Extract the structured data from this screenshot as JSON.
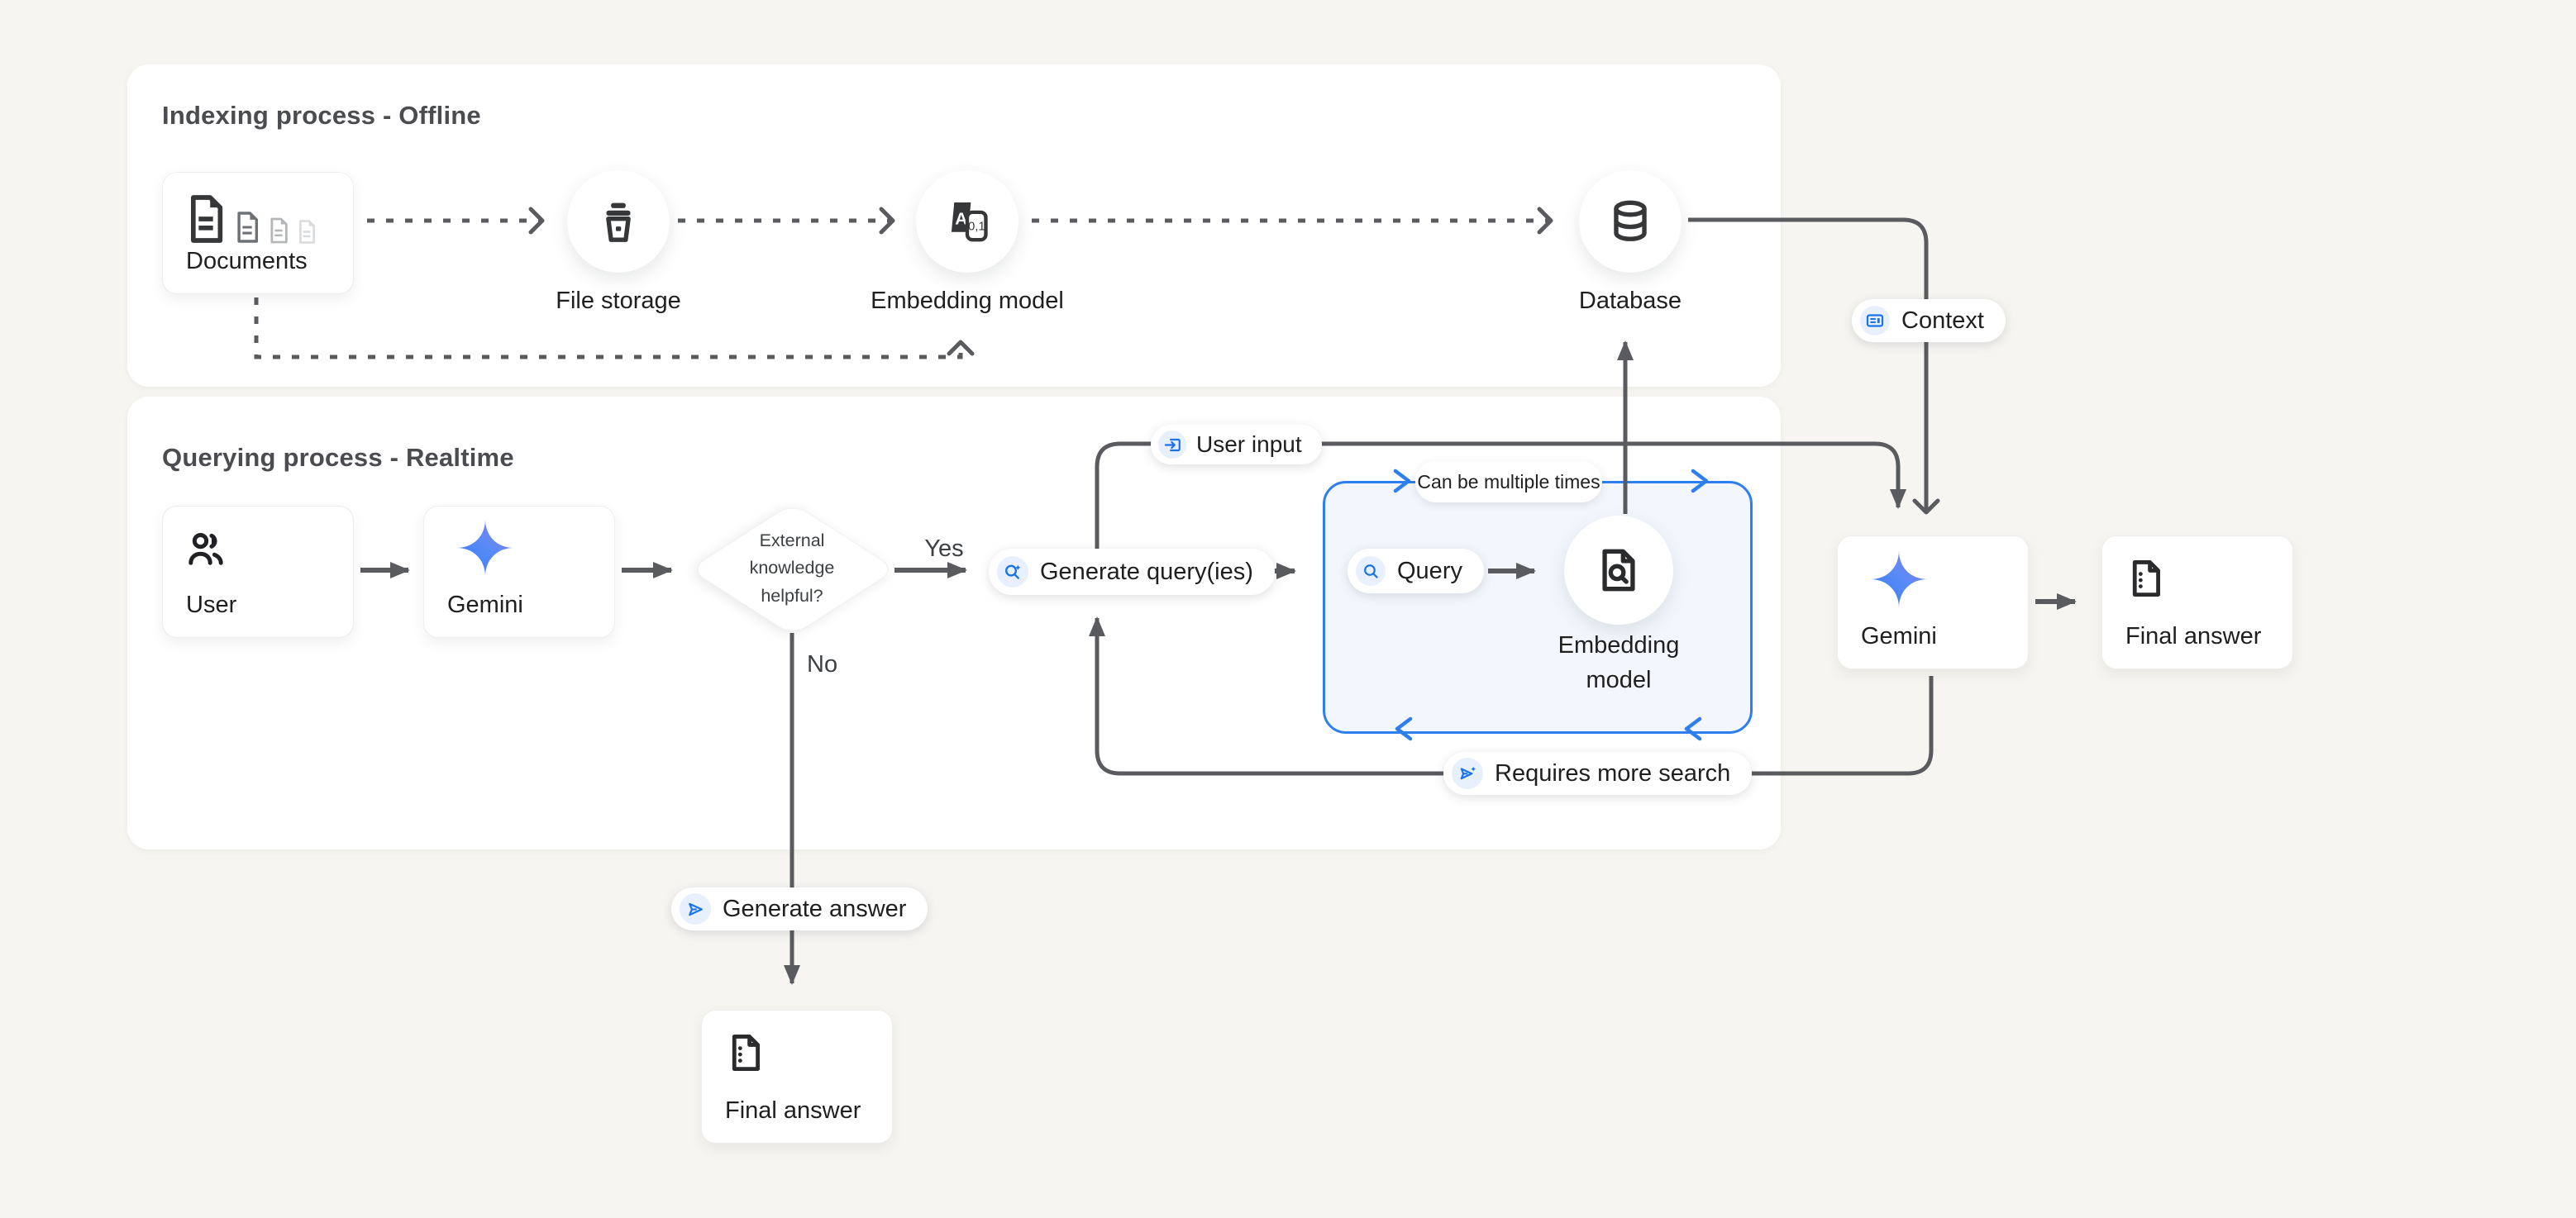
{
  "colors": {
    "background": "#f6f5f2",
    "panel": "#ffffff",
    "connector_gray": "#595b5e",
    "accent_blue": "#1a73e8",
    "loop_box_border": "#2d7ff0",
    "loop_box_fill": "#f3f7fd",
    "gemini_gradient_start": "#3b82f6",
    "gemini_gradient_end": "#9b72f0"
  },
  "panels": {
    "indexing": {
      "title": "Indexing process - Offline"
    },
    "querying": {
      "title": "Querying process - Realtime"
    }
  },
  "indexing": {
    "documents": {
      "label": "Documents"
    },
    "file_storage": {
      "label": "File storage"
    },
    "embedding_model": {
      "label": "Embedding model"
    },
    "database": {
      "label": "Database"
    },
    "context_badge": {
      "label": "Context"
    }
  },
  "querying": {
    "user": {
      "label": "User"
    },
    "gemini": {
      "label": "Gemini"
    },
    "decision": {
      "label": "External knowledge helpful?",
      "yes": "Yes",
      "no": "No"
    },
    "user_input_badge": {
      "label": "User input"
    },
    "generate_queries": {
      "label": "Generate query(ies)"
    },
    "loop_box": {
      "label": "Can be multiple times"
    },
    "query": {
      "label": "Query"
    },
    "embedding_model": {
      "label": "Embedding model"
    },
    "requires_more_search_badge": {
      "label": "Requires more search"
    },
    "generate_answer_badge": {
      "label": "Generate answer"
    },
    "gemini_final": {
      "label": "Gemini"
    },
    "final_answer_right": {
      "label": "Final answer"
    },
    "final_answer_bottom": {
      "label": "Final answer"
    }
  }
}
